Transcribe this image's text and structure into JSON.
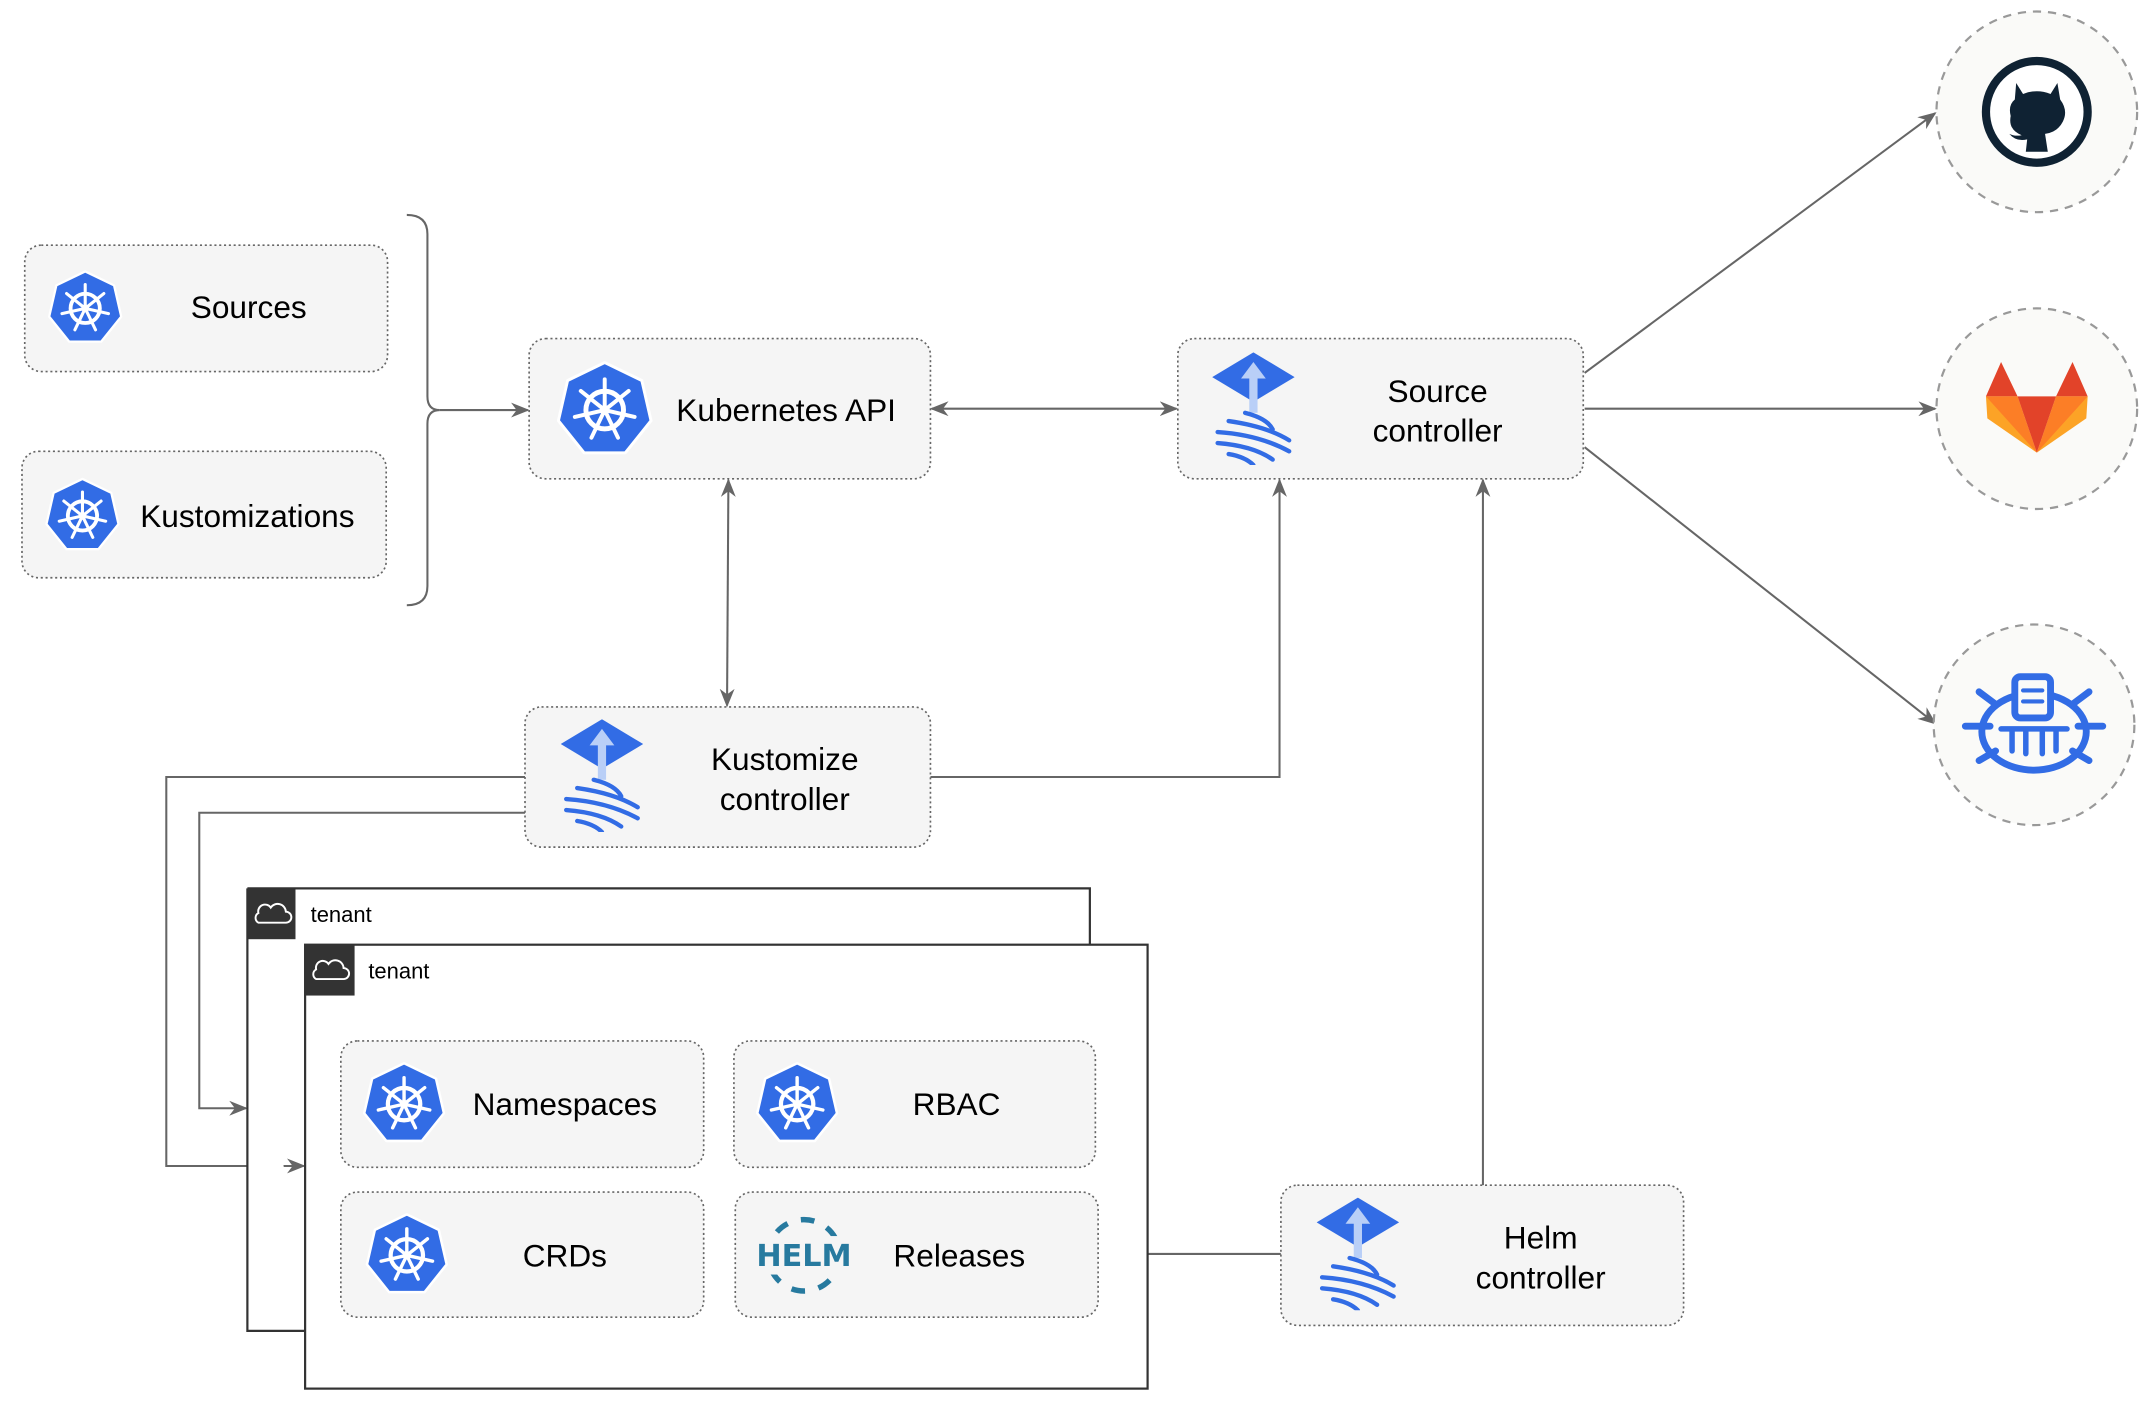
{
  "colors": {
    "kubernetes_blue": "#326ce5",
    "box_fill": "#f5f5f5",
    "edge": "#666666",
    "tenant_header": "#333333",
    "github_dark": "#0f2233",
    "gitlab_orange": "#e24329",
    "helm_blue": "#277a9f"
  },
  "resources": {
    "sources": "Sources",
    "kustomizations": "Kustomizations"
  },
  "nodes": {
    "kubernetes_api": "Kubernetes API",
    "source_controller": {
      "line1": "Source",
      "line2": "controller"
    },
    "kustomize_controller": {
      "line1": "Kustomize",
      "line2": "controller"
    },
    "helm_controller": {
      "line1": "Helm",
      "line2": "controller"
    }
  },
  "tenants": [
    {
      "label": "tenant",
      "icon": "cloud-icon"
    },
    {
      "label": "tenant",
      "icon": "cloud-icon"
    }
  ],
  "tenant_items": {
    "namespaces": "Namespaces",
    "rbac": "RBAC",
    "crds": "CRDs",
    "releases": "Releases"
  },
  "external_sources": [
    {
      "icon": "github-icon"
    },
    {
      "icon": "gitlab-icon"
    },
    {
      "icon": "bucket-icon"
    }
  ],
  "helm_logo_text": "HELM"
}
